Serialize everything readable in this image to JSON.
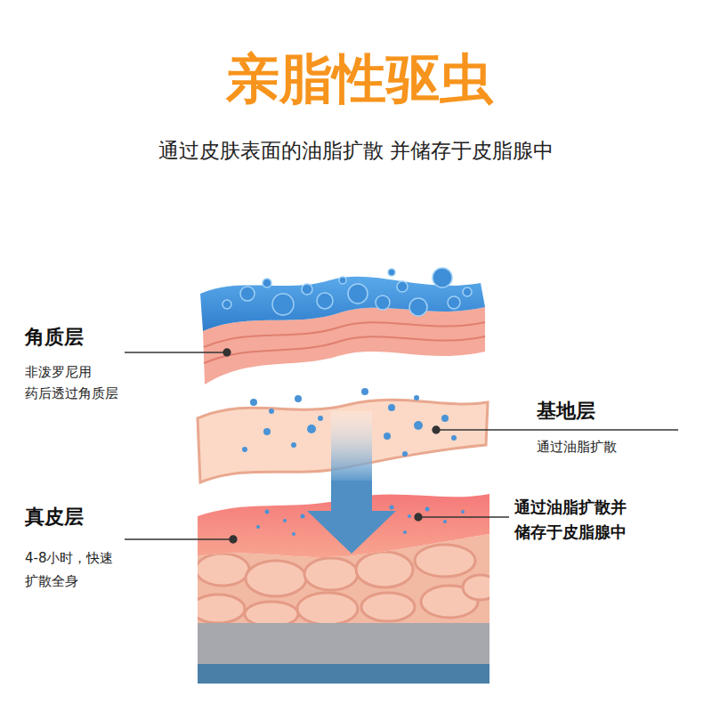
{
  "diagram": {
    "title": "亲脂性驱虫",
    "labels": [
      "通过皮肤表面的油脂扩散 并储存于皮脂腺中",
      "角质层",
      "非泼罗尼用 药后透过角质层",
      "基地层",
      "通过油脂扩散",
      "真皮层",
      "4-8小时，快速 扩散全身",
      "通过油脂扩散并 储存于皮脂腺中"
    ]
  }
}
